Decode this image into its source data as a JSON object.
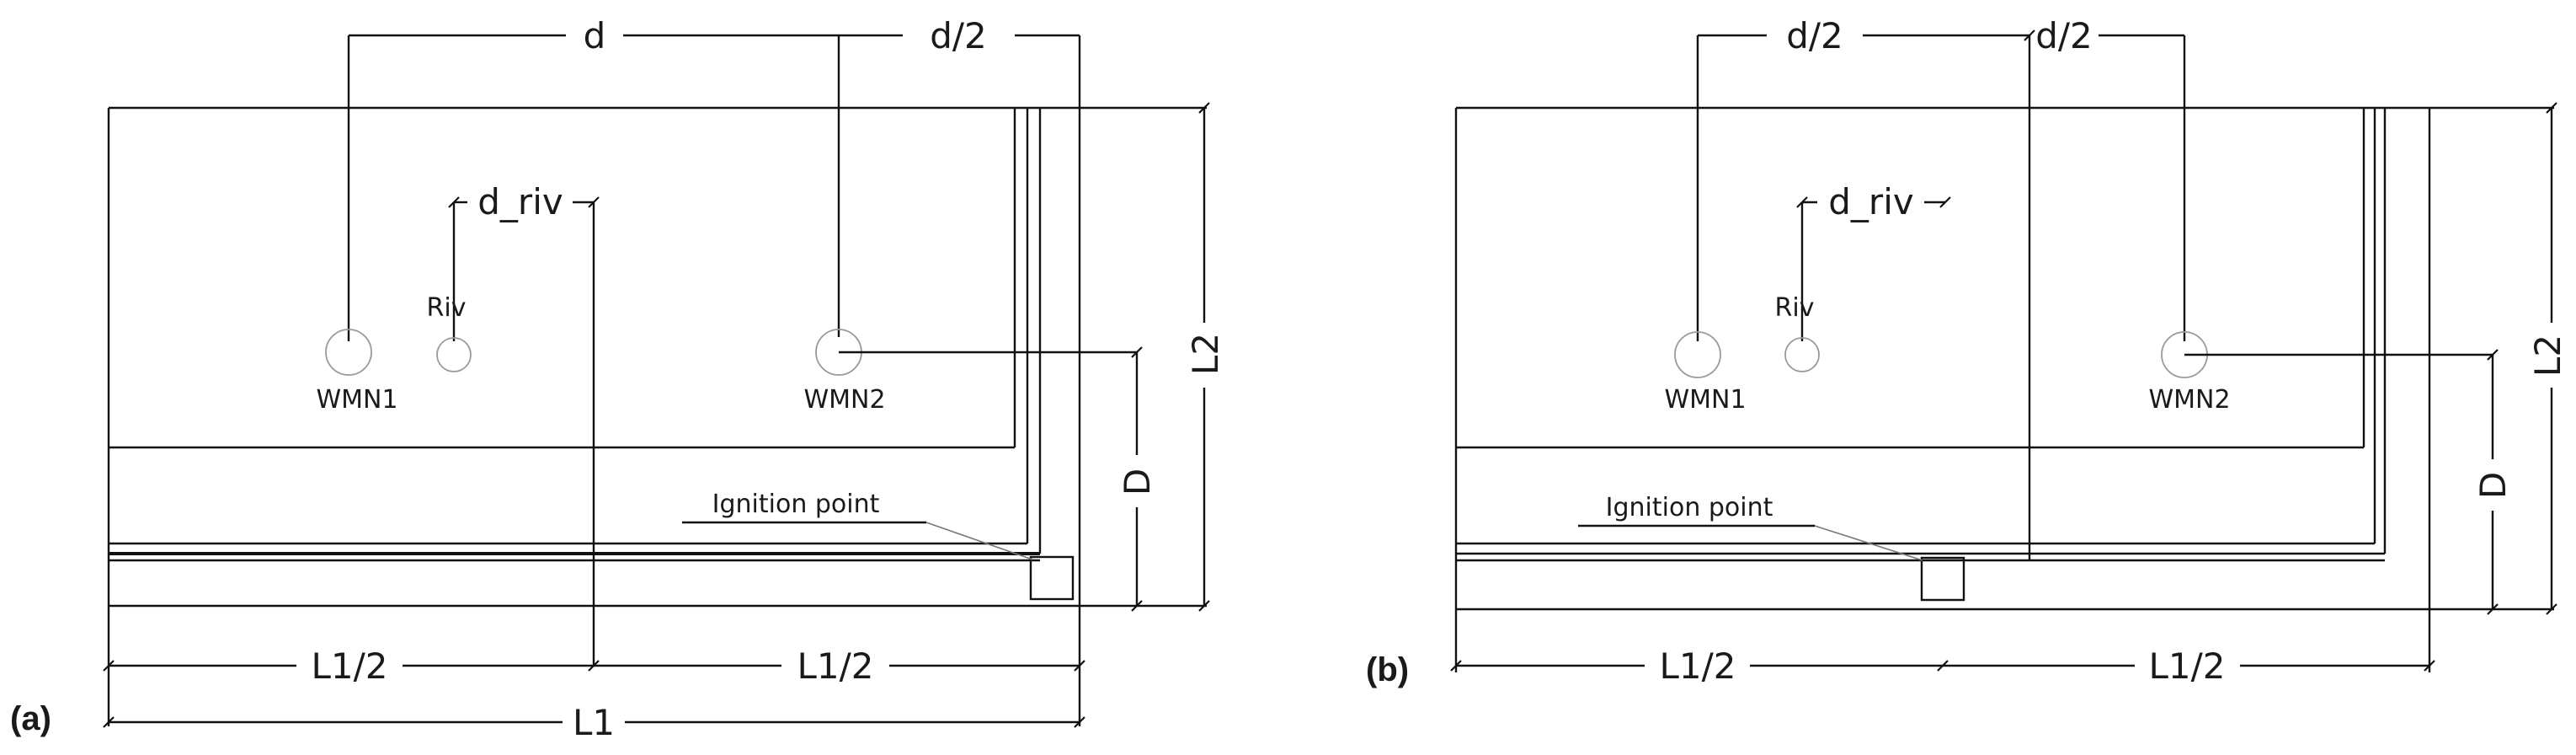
{
  "panels": {
    "a": {
      "panel_label": "(a)",
      "dims": {
        "d": "d",
        "d_half": "d/2",
        "d_riv": "d_riv",
        "L2": "L2",
        "D": "D",
        "L1_half_left": "L1/2",
        "L1_half_right": "L1/2",
        "L1": "L1"
      },
      "labels": {
        "riv": "Riv",
        "wmn1": "WMN1",
        "wmn2": "WMN2",
        "ignition": "Ignition point"
      }
    },
    "b": {
      "panel_label": "(b)",
      "dims": {
        "d_half_left": "d/2",
        "d_half_right": "d/2",
        "d_riv": "d_riv",
        "L2": "L2",
        "D": "D",
        "L1_half_left": "L1/2",
        "L1_half_right": "L1/2"
      },
      "labels": {
        "riv": "Riv",
        "wmn1": "WMN1",
        "wmn2": "WMN2",
        "ignition": "Ignition point"
      }
    }
  },
  "colors": {
    "line": "#111111",
    "sensor_circle": "#9a9a9a",
    "leader": "#777777",
    "background": "#ffffff"
  }
}
